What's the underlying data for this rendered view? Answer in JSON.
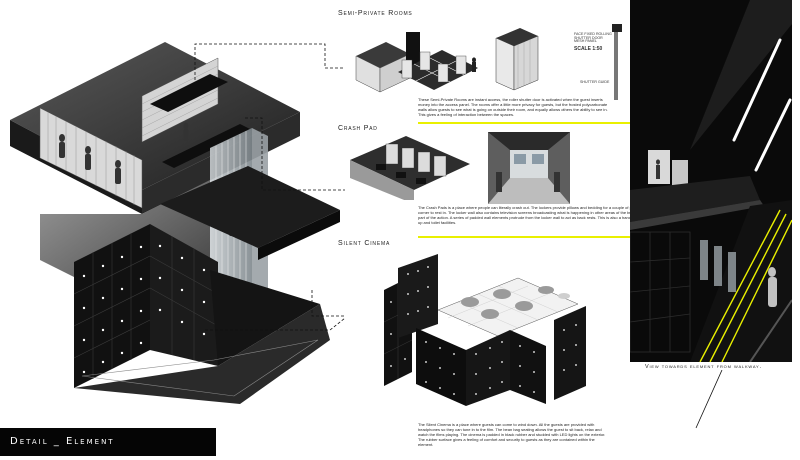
{
  "sheet_title": "Detail _ Element",
  "sections": {
    "semi_private": {
      "title": "Semi-Private Rooms",
      "description": "These Semi-Private Rooms are instant access, the roller shutter door is activated when the guest inserts money into the access panel. The rooms offer a little more privacy for guests, but the frosted polycarbonate walls allow guests to see what is going on outside their room, and equally allows others the ability to see in. This gives a feeling of interaction between the spaces."
    },
    "crash_pad": {
      "title": "Crash Pad",
      "description": "The Crash Pads is a place where people can literally crash out. The lockers provide pillows and bedding for a couple of pounds and guests can find a corner to rest in. The locker wall also contains television screens broadcasting what is happening in other areas of the building so the guests still feel part of the action. A series of padded wall elements protrude from the locker wall to act as back rests. This is also a handy station for guests to freshen up and toilet facilities."
    },
    "silent_cinema": {
      "title": "Silent Cinema",
      "description": "The Silent Cinema is a place where guests can come to wind down. All the guests are provided with headphones so they can tune in to the film. The bean bag seating allows the guest to sit back, relax and watch the films playing. The cinema is padded in black rubber and studded with LED lights on the exterior. The rubber surface gives a feeling of comfort and security to guests as they are contained within the element."
    }
  },
  "detail_annotation": {
    "line1": "FACE FIXED ROLLING SHUTTER DOOR",
    "line2": "MESH PANEL",
    "scale": "SCALE 1:50",
    "line3": "SHUTTER GUIDE"
  },
  "view_caption": "View towards element from walkway.",
  "colors": {
    "accent": "#e9f000",
    "dark": "#050505",
    "concrete": "#6f6f6f"
  }
}
